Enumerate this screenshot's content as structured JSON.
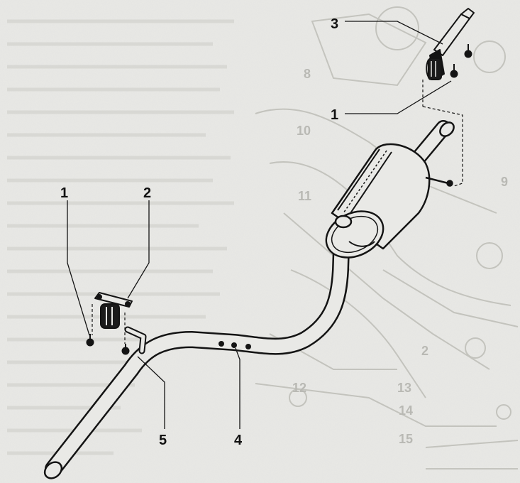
{
  "callouts": {
    "c1_top": "1",
    "c1_left": "1",
    "c2": "2",
    "c3": "3",
    "c4": "4",
    "c5": "5"
  },
  "background_ghost_labels": [
    "8",
    "9",
    "10",
    "11",
    "12",
    "13",
    "14",
    "15",
    "2"
  ],
  "colors": {
    "paper": "#e9e9e6",
    "ink": "#141414",
    "ghost": "#b9b9b4"
  },
  "icons": {
    "muffler": "rear-silencer",
    "hanger_top": "rubber-hanger-with-bracket",
    "hanger_left": "rubber-hanger-with-bracket",
    "pipe": "front-exhaust-pipe"
  }
}
